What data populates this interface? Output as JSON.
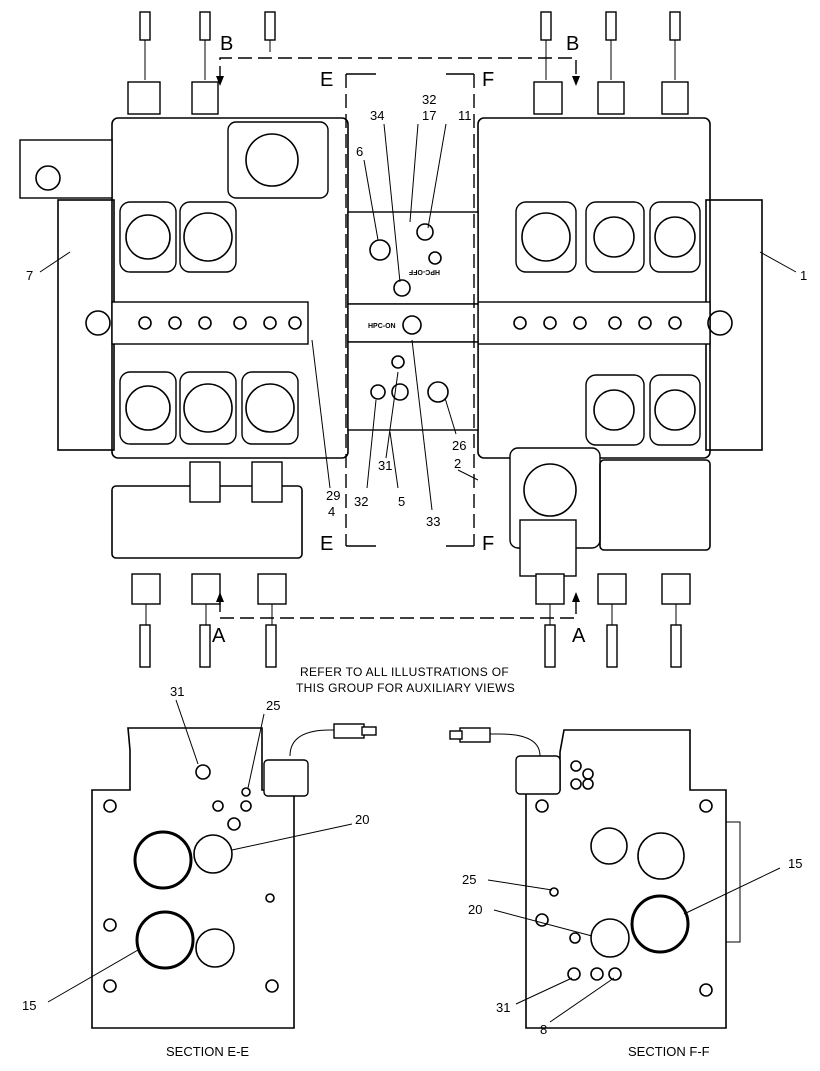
{
  "diagram": {
    "note_line1": "REFER TO ALL ILLUSTRATIONS OF",
    "note_line2": "THIS GROUP FOR AUXILIARY VIEWS",
    "section_labels": [
      "B",
      "B",
      "E",
      "F",
      "E",
      "F",
      "A",
      "A"
    ],
    "main_callouts": [
      "7",
      "1",
      "32",
      "17",
      "11",
      "34",
      "6",
      "26",
      "2",
      "29",
      "4",
      "32",
      "31",
      "5",
      "33"
    ],
    "stamp_upper": "HPC-OFF",
    "stamp_lower": "HPC-ON",
    "section_ee": {
      "title": "SECTION E-E",
      "callouts": [
        "31",
        "25",
        "20",
        "15"
      ]
    },
    "section_ff": {
      "title": "SECTION F-F",
      "callouts": [
        "25",
        "20",
        "15",
        "31",
        "8"
      ]
    }
  }
}
